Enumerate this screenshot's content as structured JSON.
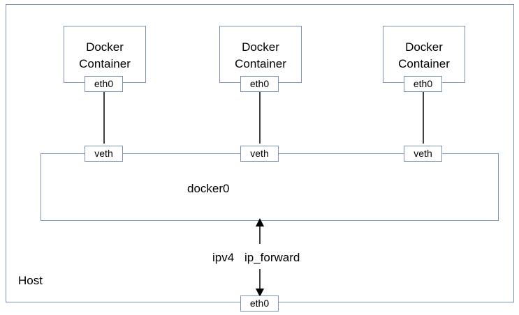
{
  "diagram": {
    "host": {
      "label": "Host"
    },
    "containers": [
      {
        "title_line1": "Docker",
        "title_line2": "Container",
        "eth_label": "eth0",
        "veth_label": "veth"
      },
      {
        "title_line1": "Docker",
        "title_line2": "Container",
        "eth_label": "eth0",
        "veth_label": "veth"
      },
      {
        "title_line1": "Docker",
        "title_line2": "Container",
        "eth_label": "eth0",
        "veth_label": "veth"
      }
    ],
    "bridge": {
      "label": "docker0"
    },
    "forwarding": {
      "ipv4_label": "ipv4",
      "ip_forward_label": "ip_forward"
    },
    "host_interface": {
      "label": "eth0"
    },
    "colors": {
      "box_border": "#7d92b4",
      "connector": "#000000",
      "text": "#000000",
      "background": "#ffffff"
    }
  }
}
